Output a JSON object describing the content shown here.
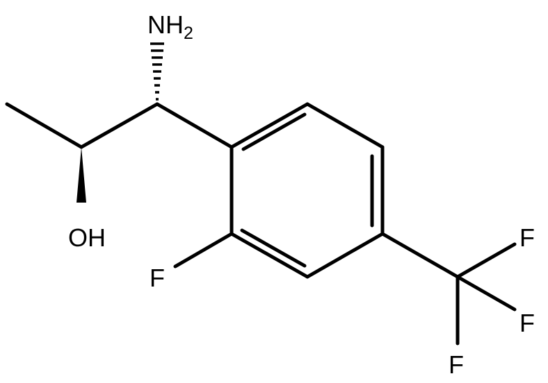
{
  "molecule": {
    "atoms": {
      "amine": {
        "symbol": "NH",
        "subscript": "2"
      },
      "hydroxyl": {
        "symbol": "OH"
      },
      "fluoro_ring": {
        "symbol": "F"
      },
      "fluoro_cf3_top": {
        "symbol": "F"
      },
      "fluoro_cf3_middle": {
        "symbol": "F"
      },
      "fluoro_cf3_bottom": {
        "symbol": "F"
      }
    },
    "colors": {
      "ink": "#000000",
      "background": "#ffffff"
    }
  }
}
